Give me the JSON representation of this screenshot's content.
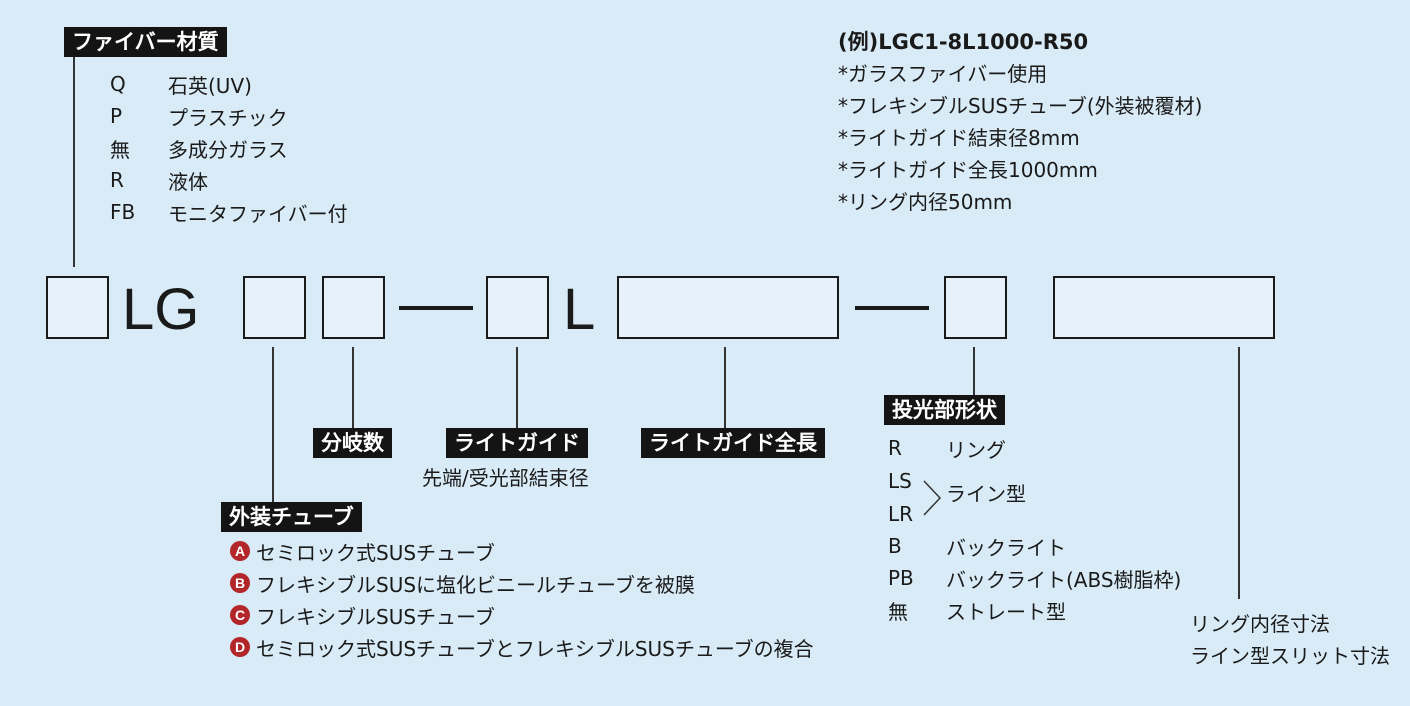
{
  "fiber": {
    "title": "ファイバー材質",
    "items": [
      {
        "code": "Q",
        "label": "石英(UV)"
      },
      {
        "code": "P",
        "label": "プラスチック"
      },
      {
        "code": "無",
        "label": "多成分ガラス"
      },
      {
        "code": "R",
        "label": "液体"
      },
      {
        "code": "FB",
        "label": "モニタファイバー付"
      }
    ]
  },
  "example": {
    "title": "(例)LGC1-8L1000-R50",
    "lines": [
      "*ガラスファイバー使用",
      "*フレキシブルSUSチューブ(外装被覆材)",
      "*ライトガイド結束径8mm",
      "*ライトガイド全長1000mm",
      "*リング内径50mm"
    ]
  },
  "code_row": {
    "lg": "LG",
    "l": "L"
  },
  "branch": {
    "title": "分岐数"
  },
  "lightguide": {
    "title": "ライトガイド",
    "sub": "先端/受光部結束径"
  },
  "length": {
    "title": "ライトガイド全長"
  },
  "tube": {
    "title": "外装チューブ",
    "items": [
      {
        "badge": "A",
        "label": "セミロック式SUSチューブ"
      },
      {
        "badge": "B",
        "label": "フレキシブルSUSに塩化ビニールチューブを被膜"
      },
      {
        "badge": "C",
        "label": "フレキシブルSUSチューブ"
      },
      {
        "badge": "D",
        "label": "セミロック式SUSチューブとフレキシブルSUSチューブの複合"
      }
    ]
  },
  "shape": {
    "title": "投光部形状",
    "r": {
      "code": "R",
      "label": "リング"
    },
    "ls": "LS",
    "lr": "LR",
    "line_label": "ライン型",
    "b": {
      "code": "B",
      "label": "バックライト"
    },
    "pb": {
      "code": "PB",
      "label": "バックライト(ABS樹脂枠)"
    },
    "none": {
      "code": "無",
      "label": "ストレート型"
    }
  },
  "dim": {
    "line1": "リング内径寸法",
    "line2": "ライン型スリット寸法"
  }
}
